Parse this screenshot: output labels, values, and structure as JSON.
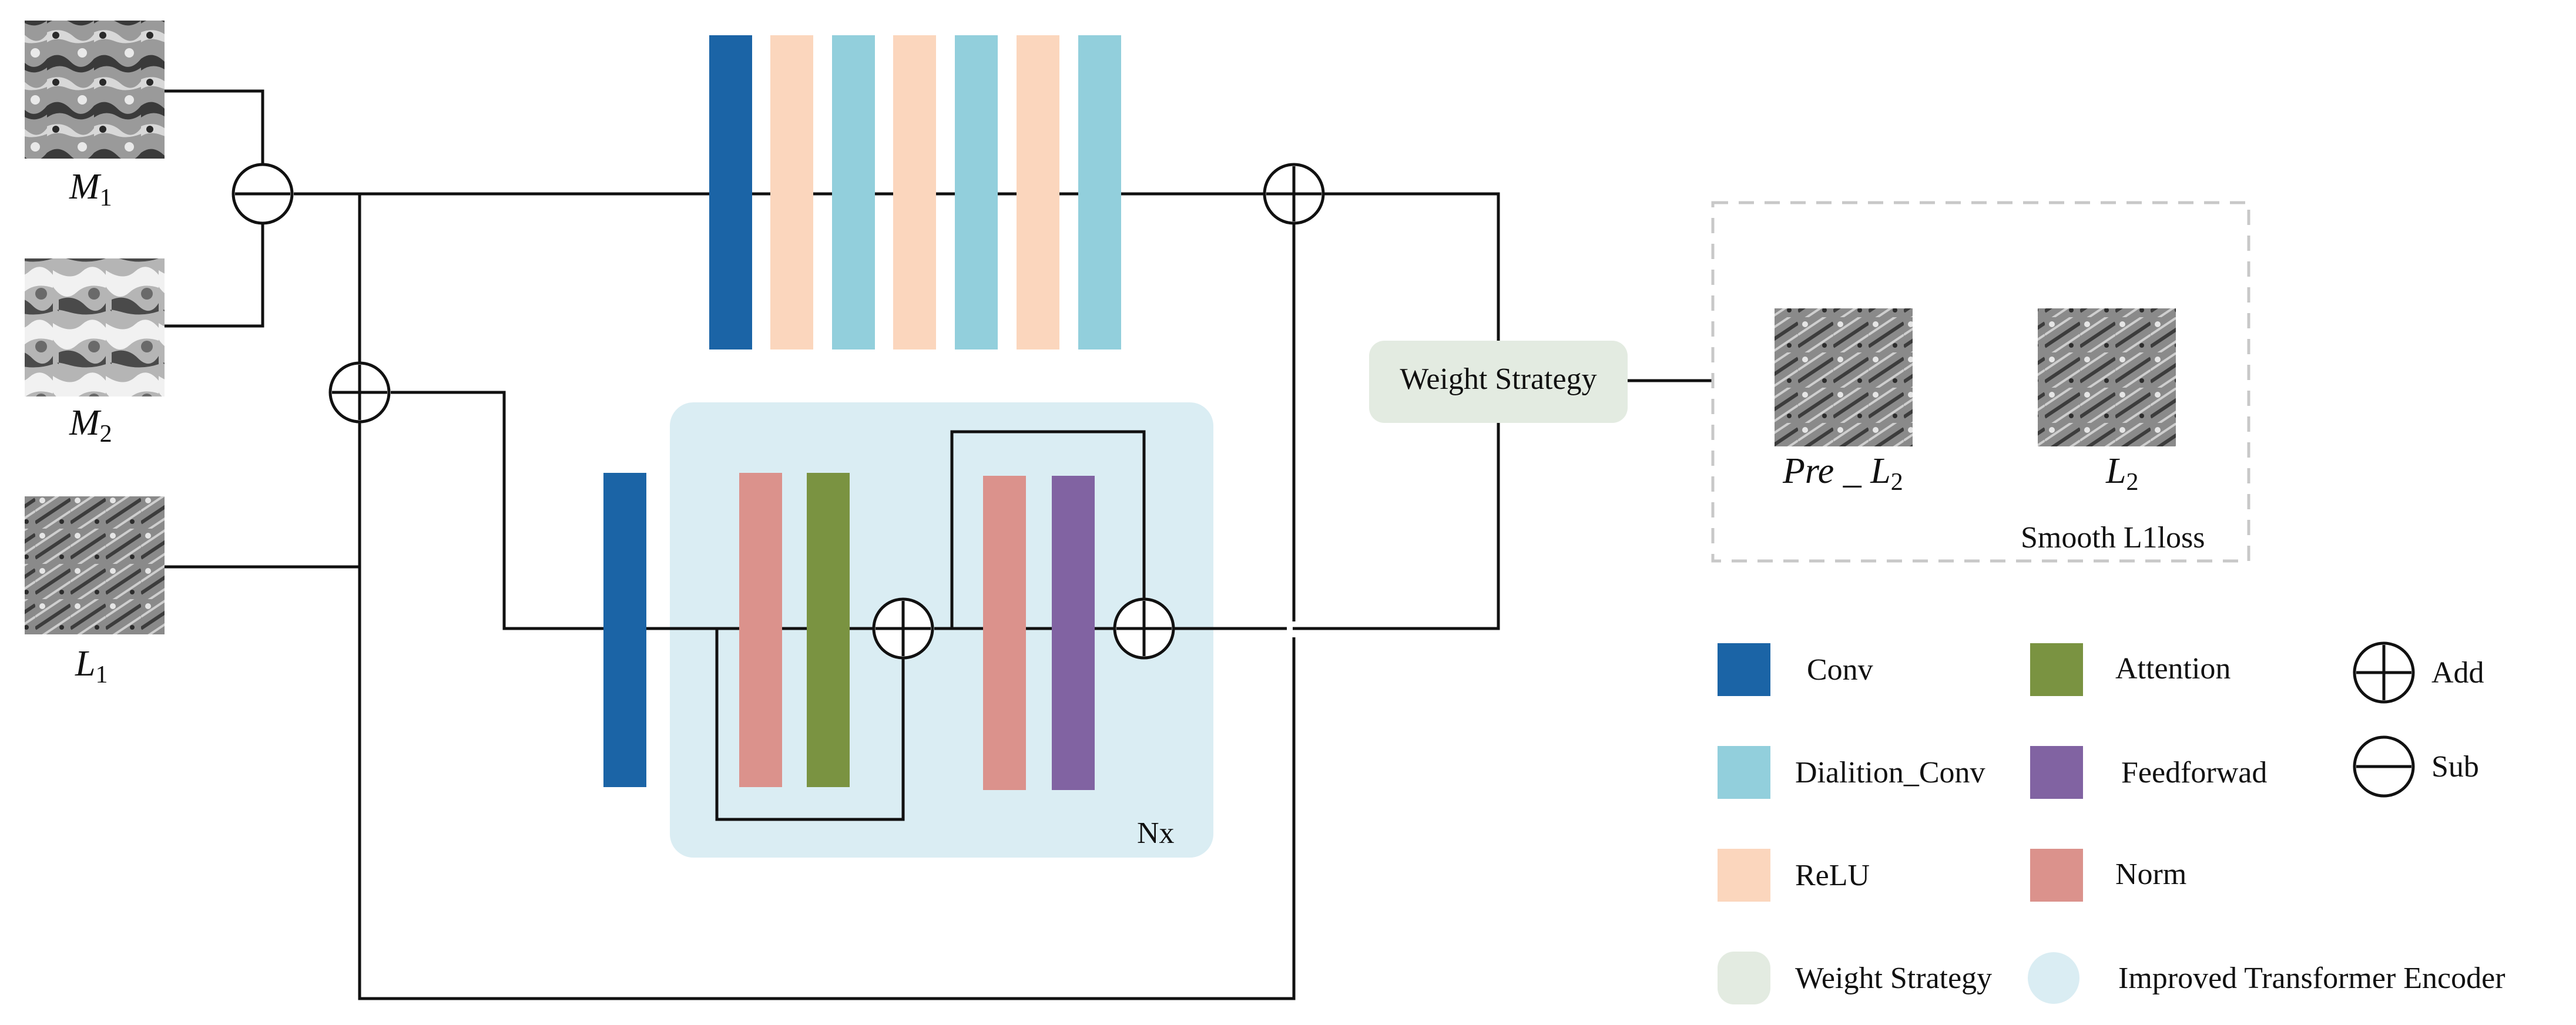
{
  "inputs": [
    {
      "symbol": "M",
      "subscript": "1"
    },
    {
      "symbol": "M",
      "subscript": "2"
    },
    {
      "symbol": "L",
      "subscript": "1"
    }
  ],
  "weight_strategy": {
    "label": "Weight Strategy"
  },
  "transformer": {
    "repeat_label": "Nx"
  },
  "outputs": {
    "pred": {
      "symbol": "Pre _ L",
      "subscript": "2"
    },
    "target": {
      "symbol": "L",
      "subscript": "2"
    },
    "loss_label": "Smooth L1loss"
  },
  "legend": {
    "conv": {
      "label": "Conv",
      "color": "#1b64a6"
    },
    "dilation_conv": {
      "label": "Dialition_Conv",
      "color": "#92cfdc"
    },
    "relu": {
      "label": "ReLU",
      "color": "#fbd6bd"
    },
    "attention": {
      "label": "Attention",
      "color": "#7a9341"
    },
    "feedforward": {
      "label": "Feedforwad",
      "color": "#8163a2"
    },
    "norm": {
      "label": "Norm",
      "color": "#db928c"
    },
    "add": {
      "label": "Add",
      "icon": "circle-plus"
    },
    "sub": {
      "label": "Sub",
      "icon": "circle-minus"
    },
    "weight_strategy": {
      "label": "Weight Strategy",
      "color": "#e3ebe1"
    },
    "transformer_encoder": {
      "label": "Improved  Transformer Encoder",
      "color": "#daedf3"
    }
  }
}
